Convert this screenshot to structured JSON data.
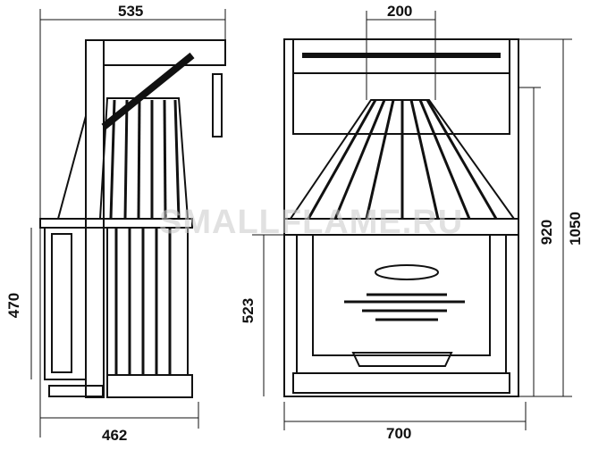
{
  "dimensions": {
    "side_height_total": "535",
    "side_depth": "462",
    "side_opening_height": "470",
    "front_flue": "200",
    "front_width": "700",
    "front_opening_height": "523",
    "front_height_inner": "920",
    "front_height_total": "1050"
  },
  "watermark": "SMALLFLAME.RU"
}
